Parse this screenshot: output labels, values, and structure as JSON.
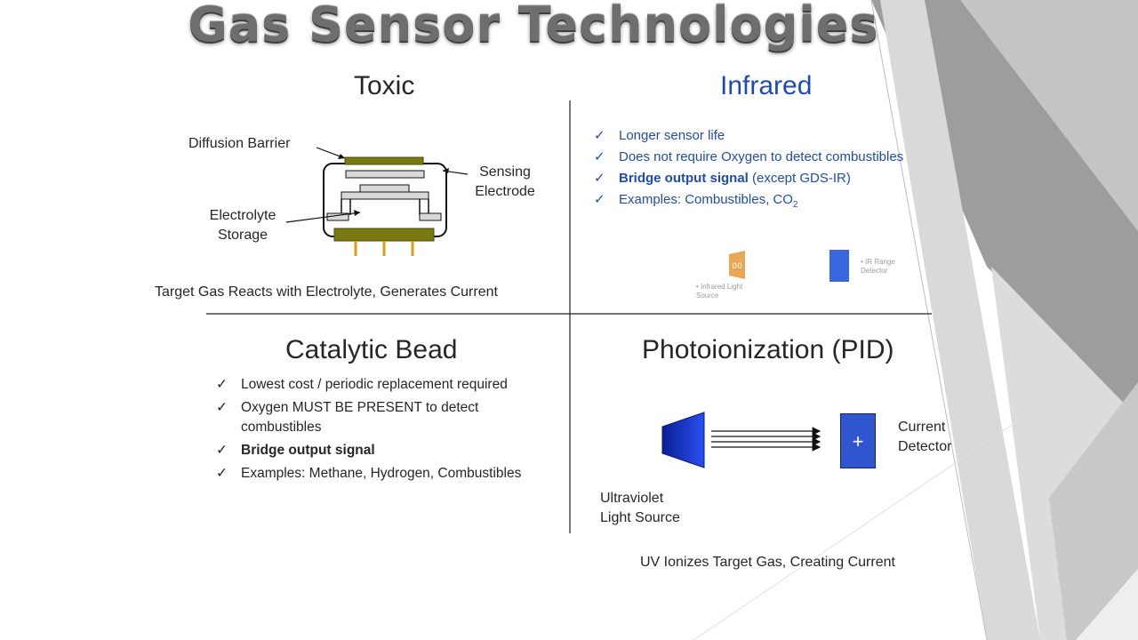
{
  "slide": {
    "title": "Gas Sensor Technologies",
    "toxic": {
      "title": "Toxic",
      "labels": {
        "diffusion_barrier": "Diffusion Barrier",
        "sensing_electrode": "Sensing Electrode",
        "electrolyte_storage": "Electrolyte Storage"
      },
      "caption": "Target Gas Reacts with Electrolyte, Generates Current"
    },
    "infrared": {
      "title": "Infrared",
      "bullets": [
        "Longer sensor life",
        "Does not require Oxygen to detect combustibles",
        "Bridge output signal",
        " (except GDS-IR)",
        "Examples: Combustibles, CO",
        "2"
      ],
      "tiny_labels": [
        "• Infrared Light Source",
        "• IR Range Detector"
      ]
    },
    "catalytic": {
      "title": "Catalytic Bead",
      "bullets": [
        "Lowest cost / periodic replacement required",
        "Oxygen MUST BE PRESENT to detect combustibles",
        "Bridge output signal",
        "Examples: Methane, Hydrogen, Combustibles"
      ]
    },
    "pid": {
      "title": "Photoionization (PID)",
      "labels": {
        "uv_source": "Ultraviolet Light Source",
        "detector": "Current Detector",
        "plus": "+"
      },
      "caption": "UV Ionizes Target Gas, Creating Current"
    },
    "check_glyph": "✓",
    "colors": {
      "title": "#6e6e6e",
      "infrared_accent": "#1f4bb3",
      "electrode_olive": "#7a7a12",
      "uv_blue": "#1733c9",
      "ir_orange": "#e08a1e",
      "detector_blue": "#2f55cf"
    },
    "icons": [
      "check-icon",
      "plus-icon"
    ]
  }
}
